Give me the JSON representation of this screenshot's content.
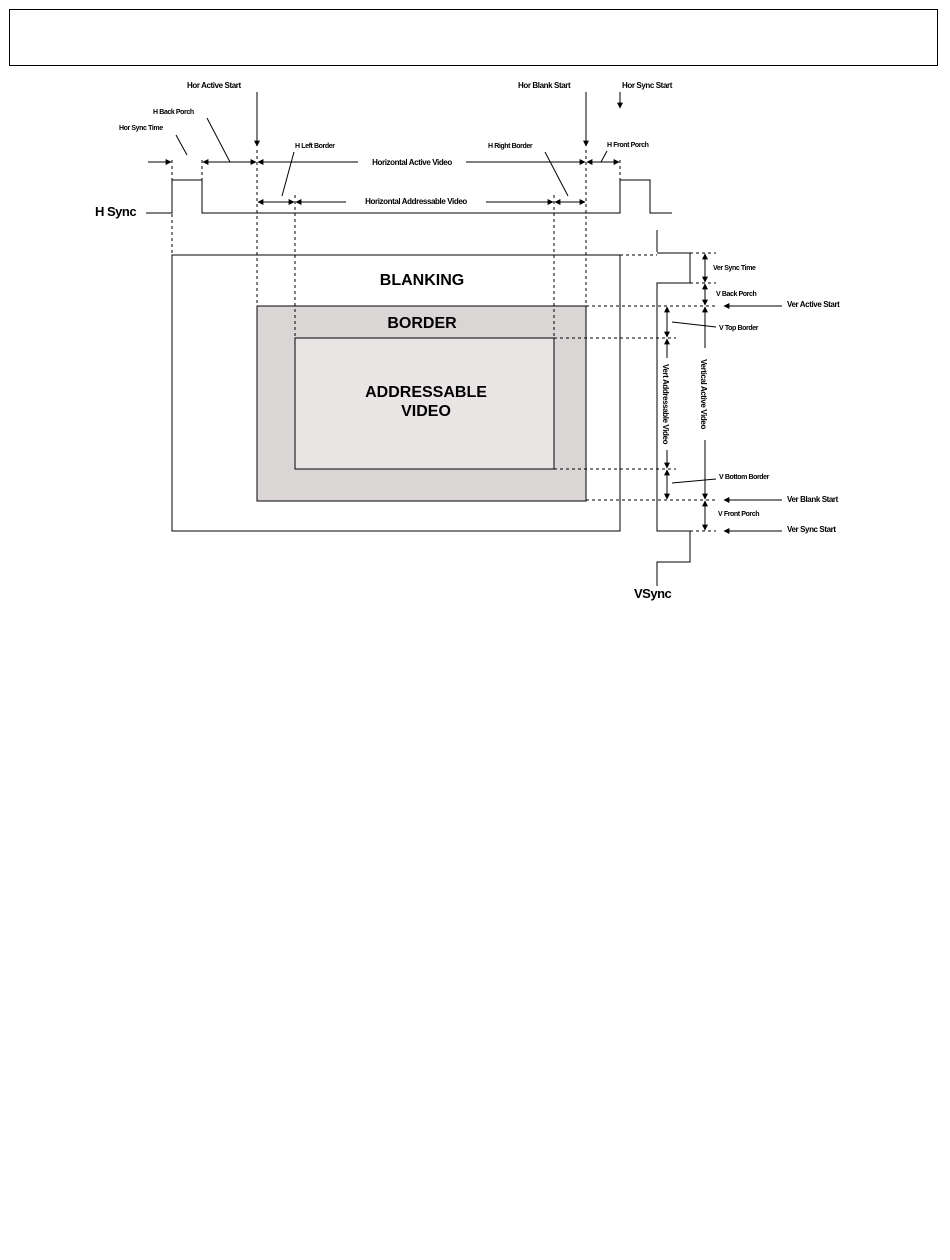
{
  "header": {
    "text": ""
  },
  "labels": {
    "hor_active_start": "Hor Active Start",
    "hor_blank_start": "Hor Blank Start",
    "hor_sync_start": "Hor Sync Start",
    "h_back_porch": "H Back Porch",
    "hor_sync_time": "Hor Sync Time",
    "h_left_border": "H Left Border",
    "h_right_border": "H Right Border",
    "h_front_porch": "H Front Porch",
    "horizontal_active_video": "Horizontal Active Video",
    "horizontal_addressable_video": "Horizontal Addressable Video",
    "hsync": "H Sync",
    "blanking": "BLANKING",
    "border": "BORDER",
    "addressable_line1": "ADDRESSABLE",
    "addressable_line2": "VIDEO",
    "ver_sync_time": "Ver Sync Time",
    "v_back_porch": "V Back Porch",
    "ver_active_start": "Ver Active Start",
    "v_top_border": "V Top Border",
    "vertical_active_video": "Vertical Active Video",
    "vert_addressable_video": "Vert Addressable Video",
    "v_bottom_border": "V Bottom Border",
    "ver_blank_start": "Ver Blank Start",
    "v_front_porch": "V Front Porch",
    "ver_sync_start": "Ver Sync Start",
    "vsync": "VSync"
  },
  "colors": {
    "border_region": "#dad6d6",
    "addressable_region": "#e9e5e5",
    "line": "#000000"
  }
}
